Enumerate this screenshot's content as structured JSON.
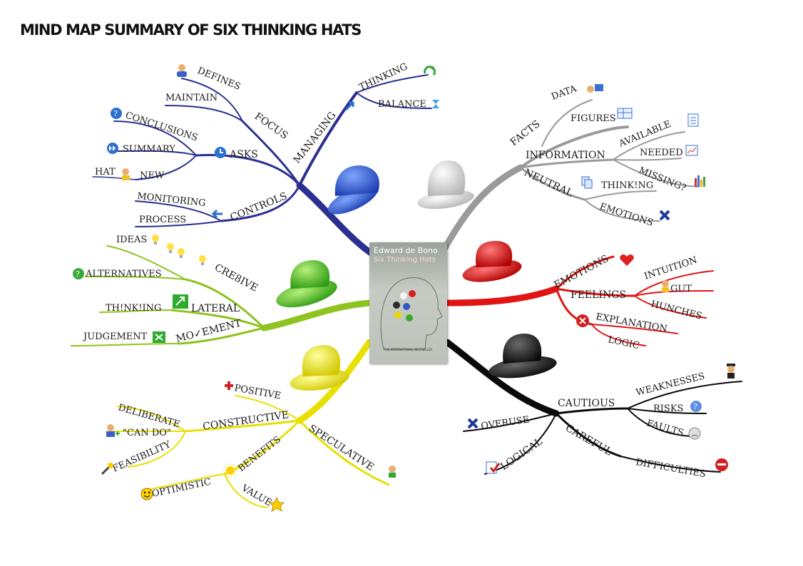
{
  "title": "MIND MAP SUMMARY OF SIX THINKING HATS",
  "book": {
    "author": "Edward de Bono",
    "title": "Six Thinking Hats",
    "tagline": "THE INTERNATIONAL BESTSELLER"
  },
  "colors": {
    "blue": "#2b2f8f",
    "gray": "#9a9a9a",
    "red": "#e01414",
    "green": "#8fc31f",
    "yellow": "#e8e000",
    "black": "#0a0a0a"
  },
  "blue": {
    "managing": "MANAGING",
    "thinking": "THINKING",
    "balance": "BALANCE",
    "focus": "FOCUS",
    "defines": "DEFINES",
    "maintain": "MAINTAIN",
    "asks": "ASKS",
    "conclusions": "CONCLUSIONS",
    "summary": "SUMMARY",
    "new": "NEW",
    "hat": "HAT",
    "controls": "CONTROLS",
    "monitoring": "MONITORING",
    "process": "PROCESS"
  },
  "white": {
    "facts": "FACTS",
    "data": "DATA",
    "figures": "FIGURES",
    "information": "INFORMATION",
    "available": "AVAILABLE",
    "needed": "NEEDED",
    "missing": "MISSING?",
    "neutral": "NEUTRAL",
    "thinking": "THINK!NG",
    "emotions": "EMOTIONS"
  },
  "red": {
    "emotions": "EMOTIONS",
    "feelings": "FEELINGS",
    "intuition": "INTUITION",
    "gut": "GUT",
    "hunches": "HUNCHES",
    "explanation": "EXPLANATION",
    "logic": "LOGIC"
  },
  "green": {
    "creative": "CRE8IVE",
    "ideas": "IDEAS",
    "alternatives": "ALTERNATIVES",
    "lateral": "LATERAL",
    "thinking": "TH!NK!ING",
    "movement": "MO✓EMENT",
    "judgement": "JUDGEMENT"
  },
  "yellow": {
    "positive": "POSITIVE",
    "constructive": "CONSTRUCTIVE",
    "deliberate": "DELIBERATE",
    "can_do": "\"CAN DO\"",
    "feasibility": "FEASIBILITY",
    "benefits": "BENEFITS",
    "optimistic": "OPTIMISTIC",
    "value": "VALUE",
    "speculative": "SPECULATIVE"
  },
  "black": {
    "cautious": "CAUTIOUS",
    "weaknesses": "WEAKNESSES",
    "risks": "RISKS",
    "faults": "FAULTS",
    "careful": "CAREFUL",
    "difficulties": "DIFFICULTIES",
    "overuse": "OVERUSE",
    "logical": "LOGICAL"
  }
}
